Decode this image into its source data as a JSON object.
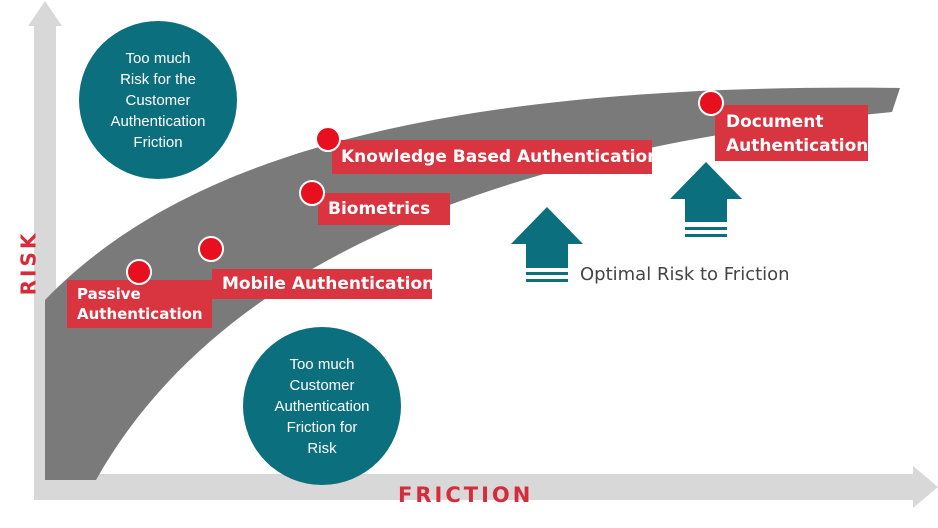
{
  "colors": {
    "axis": "#d8d8d8",
    "band": "#7a7a7a",
    "teal": "#0c6f7e",
    "label_red": "#d83541",
    "marker_red": "#e8101e",
    "axis_text": "#d62b3a",
    "body_text": "#444444"
  },
  "axes": {
    "y_label": "RISK",
    "x_label": "FRICTION"
  },
  "circles": {
    "top_left": [
      "Too much",
      "Risk for the",
      "Customer",
      "Authentication",
      "Friction"
    ],
    "bottom": [
      "Too much",
      "Customer",
      "Authentication",
      "Friction for",
      "Risk"
    ]
  },
  "methods": {
    "passive": [
      "Passive",
      "Authentication"
    ],
    "mobile": "Mobile Authentication",
    "biometrics": "Biometrics",
    "kba": "Knowledge Based Authentication",
    "document": [
      "Document",
      "Authentication"
    ]
  },
  "optimal_label": "Optimal Risk to Friction",
  "icons": [
    "up-arrow-icon",
    "right-arrow-icon",
    "marker-dot-icon"
  ]
}
